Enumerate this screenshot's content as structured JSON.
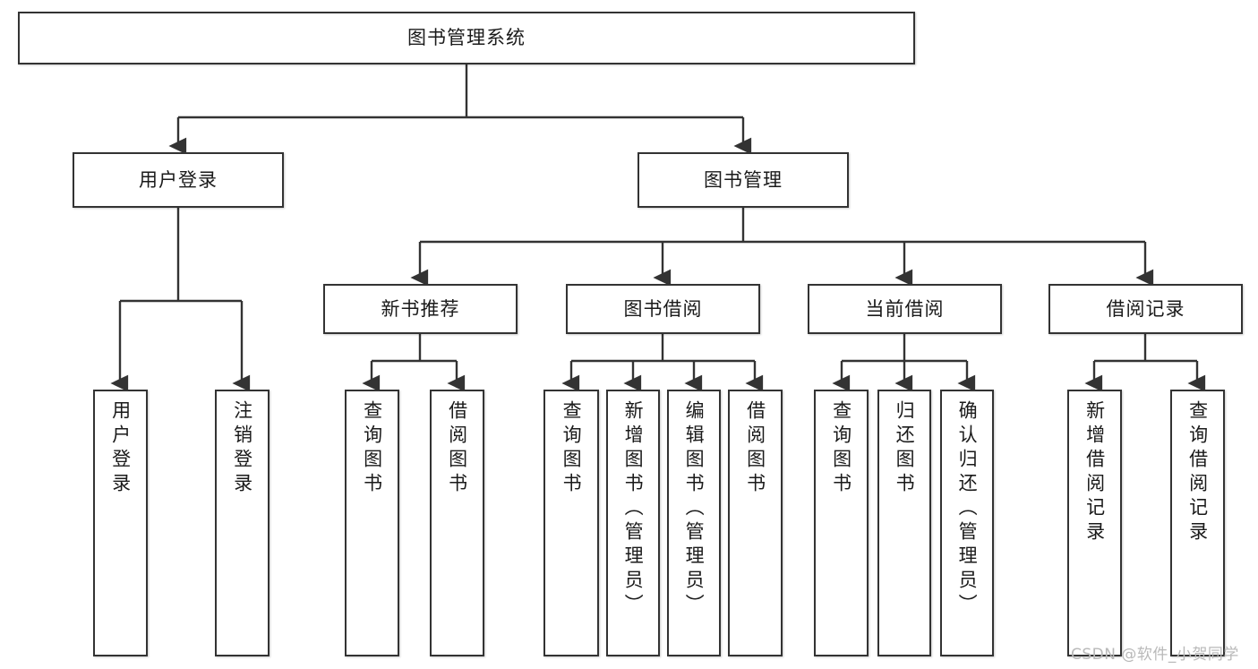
{
  "diagram": {
    "type": "hierarchy-tree",
    "title": "图书管理系统",
    "root": {
      "label": "图书管理系统"
    },
    "level2": [
      {
        "id": "user-login",
        "label": "用户登录"
      },
      {
        "id": "book-management",
        "label": "图书管理"
      }
    ],
    "level3": [
      {
        "id": "new-book-recommend",
        "label": "新书推荐",
        "parent": "book-management"
      },
      {
        "id": "book-borrow",
        "label": "图书借阅",
        "parent": "book-management"
      },
      {
        "id": "current-borrow",
        "label": "当前借阅",
        "parent": "book-management"
      },
      {
        "id": "borrow-record",
        "label": "借阅记录",
        "parent": "book-management"
      }
    ],
    "leaves": [
      {
        "id": "leaf-user-login",
        "label": "用户登录",
        "parent": "user-login"
      },
      {
        "id": "leaf-logout-login",
        "label": "注销登录",
        "parent": "user-login"
      },
      {
        "id": "leaf-query-book-1",
        "label": "查询图书",
        "parent": "new-book-recommend"
      },
      {
        "id": "leaf-borrow-book-1",
        "label": "借阅图书",
        "parent": "new-book-recommend"
      },
      {
        "id": "leaf-query-book-2",
        "label": "查询图书",
        "parent": "book-borrow"
      },
      {
        "id": "leaf-add-book",
        "label": "新增图书（管理员）",
        "parent": "book-borrow"
      },
      {
        "id": "leaf-edit-book",
        "label": "编辑图书（管理员）",
        "parent": "book-borrow"
      },
      {
        "id": "leaf-borrow-book-2",
        "label": "借阅图书",
        "parent": "book-borrow"
      },
      {
        "id": "leaf-query-book-3",
        "label": "查询图书",
        "parent": "current-borrow"
      },
      {
        "id": "leaf-return-book",
        "label": "归还图书",
        "parent": "current-borrow"
      },
      {
        "id": "leaf-confirm-return",
        "label": "确认归还（管理员）",
        "parent": "current-borrow"
      },
      {
        "id": "leaf-add-record",
        "label": "新增借阅记录",
        "parent": "borrow-record"
      },
      {
        "id": "leaf-query-record",
        "label": "查询借阅记录",
        "parent": "borrow-record"
      }
    ],
    "colors": {
      "stroke": "#333333",
      "fill": "#ffffff",
      "text": "#1a1a1a",
      "watermark": "#b9b9b9"
    }
  },
  "watermark": {
    "text": "CSDN @软件_小贺同学"
  }
}
